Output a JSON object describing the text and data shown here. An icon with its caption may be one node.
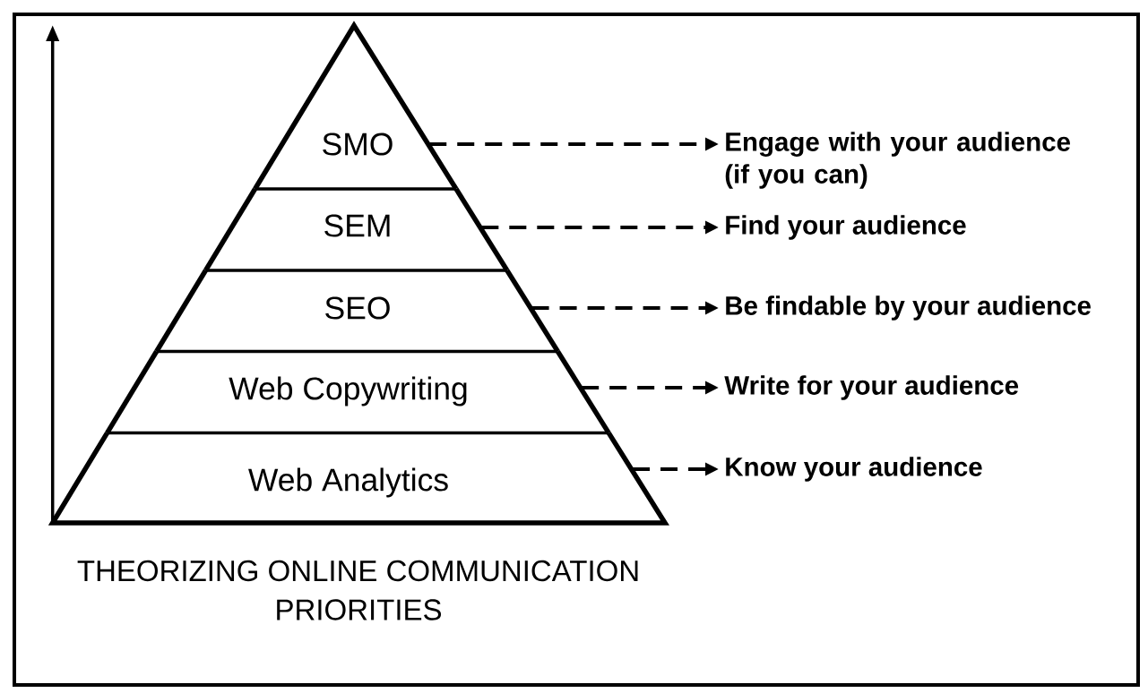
{
  "diagram": {
    "caption": "THEORIZING ONLINE COMMUNICATION PRIORITIES",
    "nodes": [
      {
        "text": [
          "SMO"
        ]
      },
      {
        "text": [
          "SEM"
        ]
      },
      {
        "text": [
          "SEO"
        ]
      },
      {
        "text": [
          "Web Copywriting"
        ]
      },
      {
        "text": [
          "Web Analytics"
        ]
      },
      {
        "text": [
          "Engage with your audience (if you can)"
        ]
      },
      {
        "text": [
          "Find your audience"
        ]
      },
      {
        "text": [
          "Be findable by your audience"
        ]
      },
      {
        "text": [
          "Write for your audience"
        ]
      },
      {
        "text": [
          "Know your audience"
        ]
      }
    ],
    "edges": [
      {
        "from": 0,
        "to": 5,
        "arrow": "to",
        "style": "dashed"
      },
      {
        "from": 1,
        "to": 6,
        "arrow": "to",
        "style": "dashed"
      },
      {
        "from": 2,
        "to": 7,
        "arrow": "to",
        "style": "dashed"
      },
      {
        "from": 3,
        "to": 8,
        "arrow": "to",
        "style": "dashed"
      },
      {
        "from": 4,
        "to": 9,
        "arrow": "to",
        "style": "dashed"
      }
    ]
  }
}
